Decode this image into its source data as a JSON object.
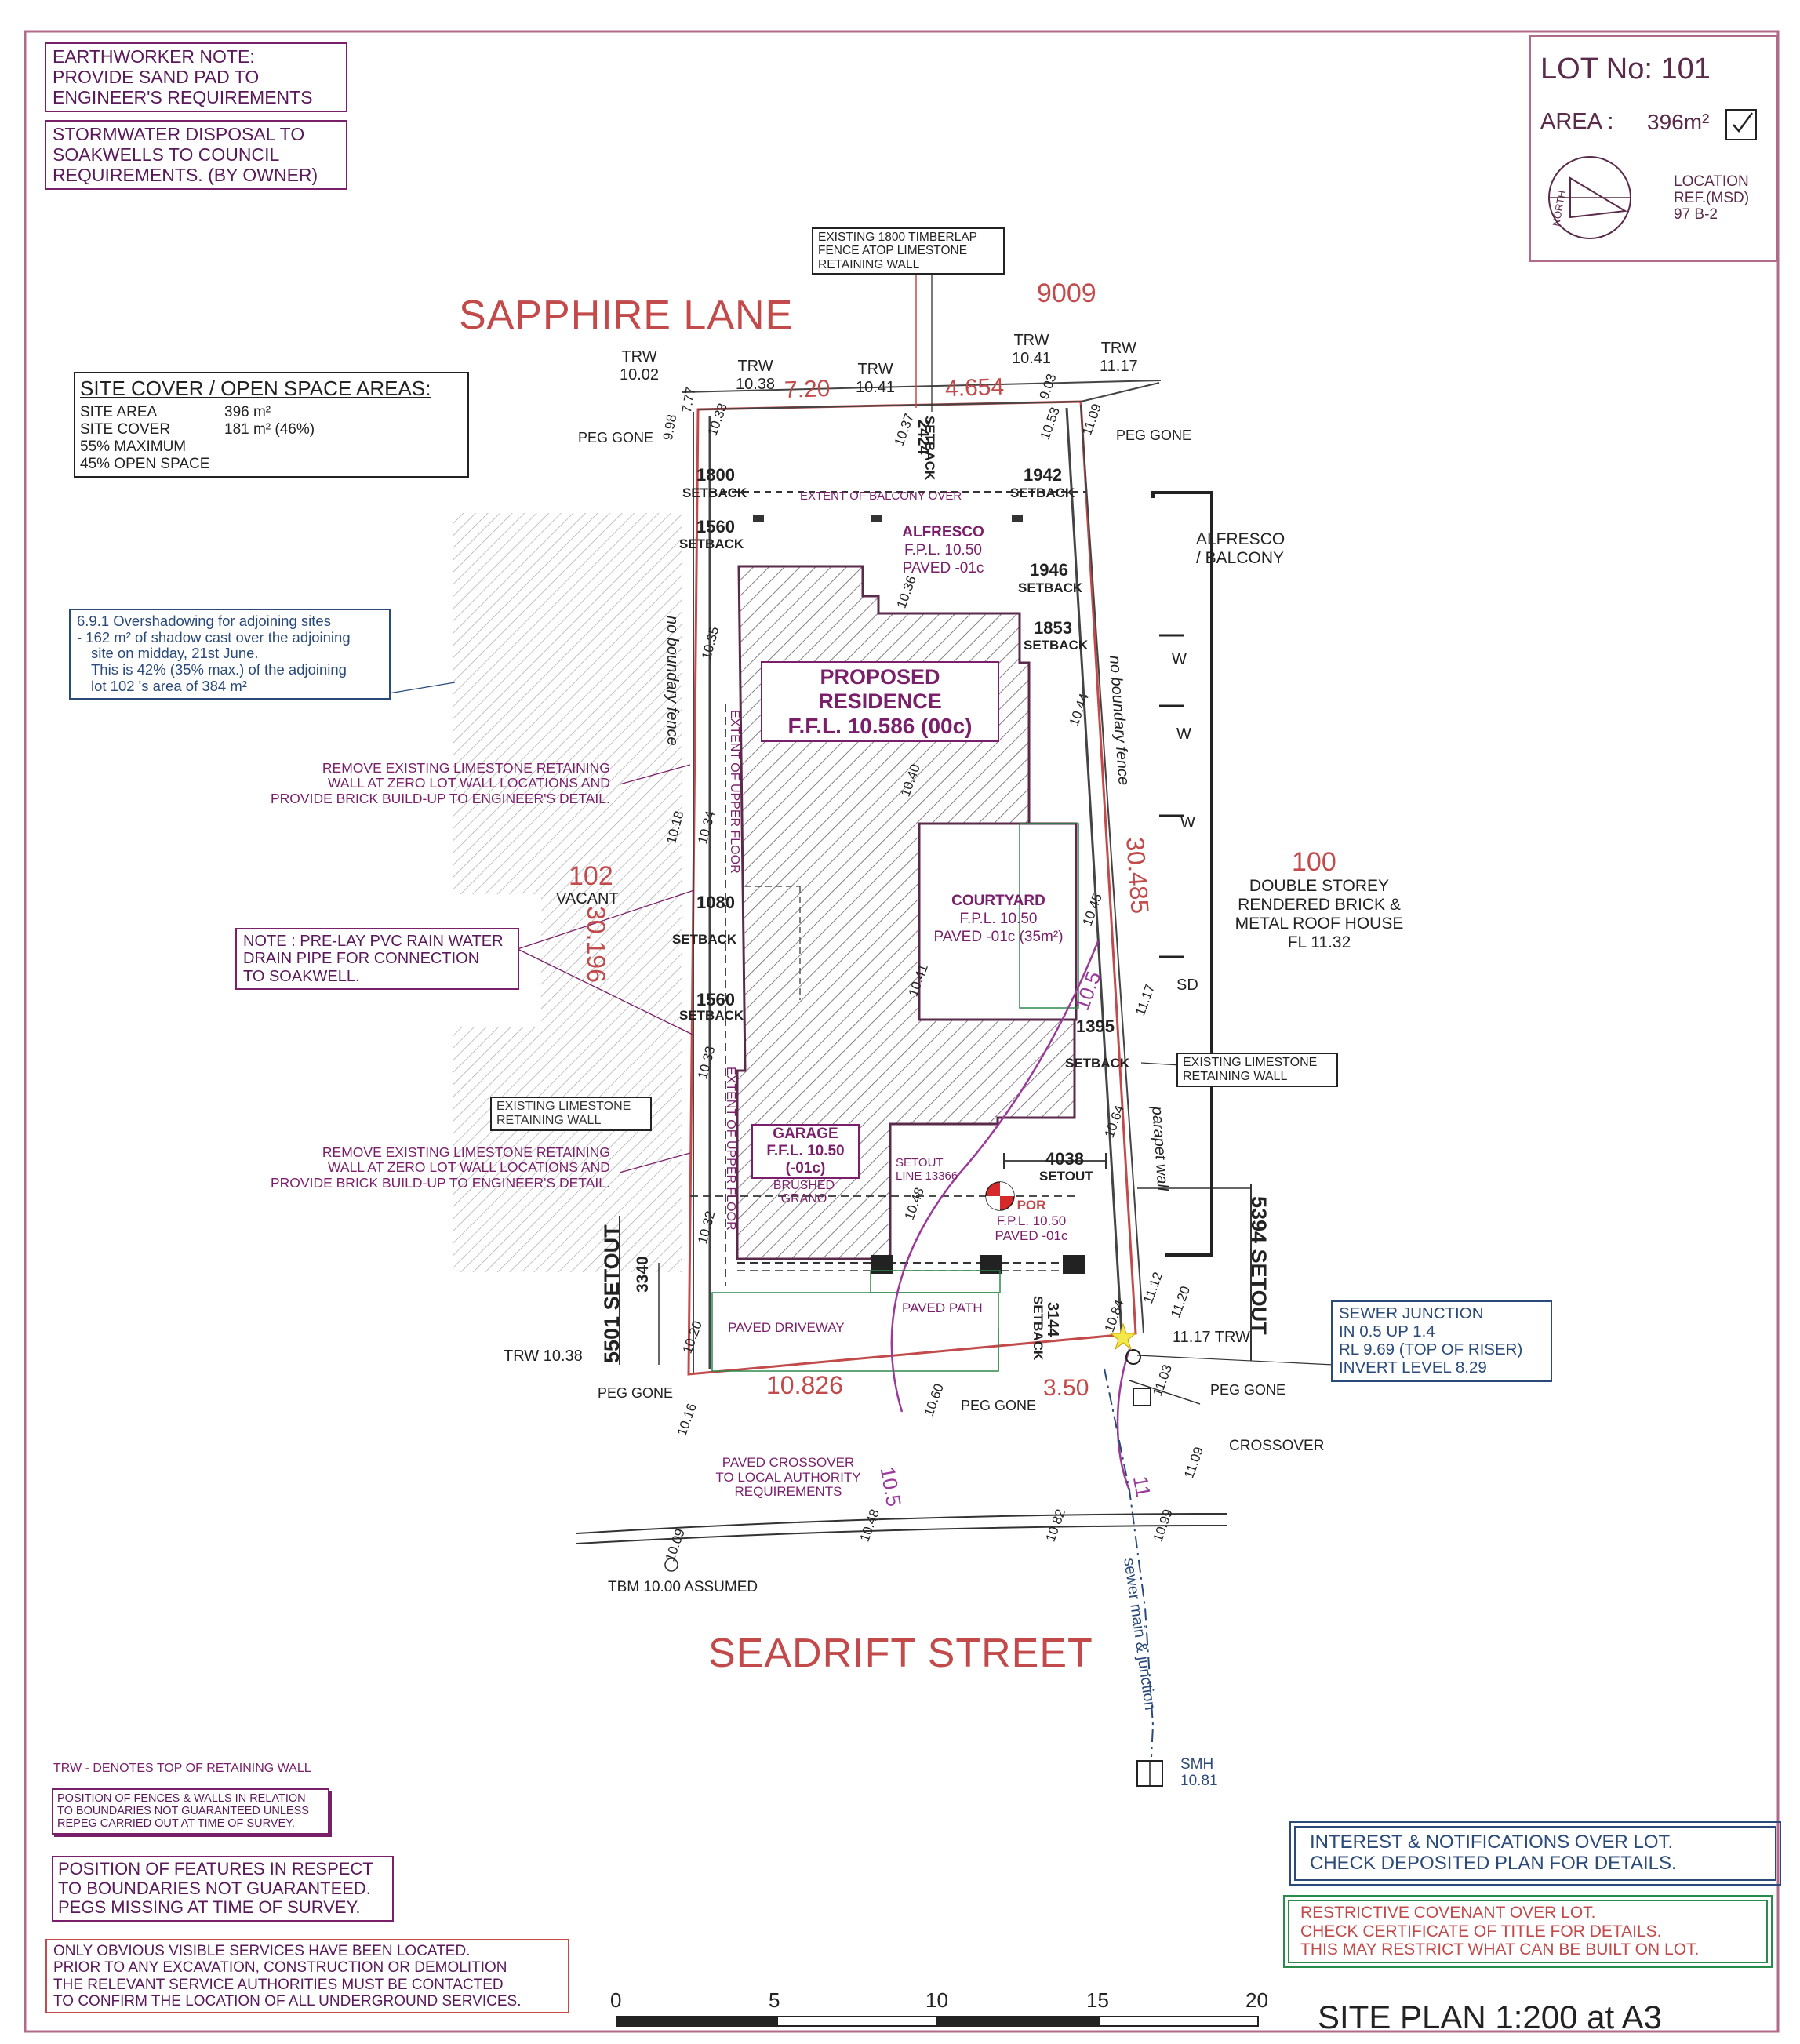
{
  "notes": {
    "earthworker": [
      "EARTHWORKER NOTE:",
      "PROVIDE SAND PAD TO",
      "ENGINEER'S REQUIREMENTS"
    ],
    "stormwater": [
      "STORMWATER DISPOSAL TO",
      "SOAKWELLS TO COUNCIL",
      "REQUIREMENTS. (BY OWNER)"
    ],
    "overshadowing": [
      "6.9.1 Overshadowing for adjoining sites",
      "- 162 m² of shadow cast over the adjoining",
      "site on midday, 21st June.",
      "This is 42% (35% max.) of the adjoining",
      "lot 102 's area of 384 m²"
    ],
    "rainwater": [
      "NOTE : PRE-LAY PVC RAIN WATER",
      "DRAIN PIPE FOR CONNECTION",
      "TO SOAKWELL."
    ],
    "remove_wall": [
      "REMOVE EXISTING LIMESTONE RETAINING",
      "WALL AT ZERO LOT WALL LOCATIONS AND",
      "PROVIDE BRICK BUILD-UP TO ENGINEER'S DETAIL."
    ],
    "timberlap": [
      "EXISTING 1800 TIMBERLAP",
      "FENCE ATOP LIMESTONE",
      "RETAINING WALL"
    ],
    "existing_limestone_wall": [
      "EXISTING LIMESTONE",
      "RETAINING WALL"
    ],
    "sewer": [
      "SEWER JUNCTION",
      "IN 0.5 UP 1.4",
      "RL 9.69 (TOP OF RISER)",
      "INVERT LEVEL 8.29"
    ],
    "trw_legend": "TRW - DENOTES TOP OF RETAINING WALL",
    "fences": [
      "POSITION OF FENCES & WALLS IN RELATION",
      "TO BOUNDARIES NOT GUARANTEED UNLESS",
      "REPEG CARRIED OUT AT TIME OF SURVEY."
    ],
    "features": [
      "POSITION OF FEATURES IN RESPECT",
      "TO BOUNDARIES NOT GUARANTEED.",
      "PEGS MISSING AT TIME OF SURVEY."
    ],
    "services": [
      "ONLY OBVIOUS VISIBLE SERVICES HAVE BEEN LOCATED.",
      "PRIOR TO ANY EXCAVATION, CONSTRUCTION OR DEMOLITION",
      "THE RELEVANT SERVICE AUTHORITIES MUST BE CONTACTED",
      "TO CONFIRM THE LOCATION OF ALL UNDERGROUND SERVICES."
    ],
    "interest": [
      "INTEREST & NOTIFICATIONS OVER LOT.",
      "CHECK DEPOSITED PLAN FOR DETAILS."
    ],
    "covenant": [
      "RESTRICTIVE COVENANT OVER LOT.",
      "CHECK CERTIFICATE OF TITLE FOR DETAILS.",
      "THIS MAY RESTRICT WHAT CAN BE BUILT ON LOT."
    ]
  },
  "title_block": {
    "lot": "LOT No: 101",
    "area_label": "AREA :",
    "area_value": "396m²",
    "north": "NORTH",
    "location_ref": [
      "LOCATION",
      "REF.(MSD)",
      "97 B-2"
    ]
  },
  "site_cover": {
    "heading": "SITE COVER / OPEN SPACE AREAS:",
    "rows": [
      {
        "label": "SITE AREA",
        "value": "396 m²"
      },
      {
        "label": "SITE COVER",
        "value": "181 m² (46%)"
      },
      {
        "label": "55% MAXIMUM",
        "value": ""
      },
      {
        "label": "45% OPEN SPACE",
        "value": ""
      }
    ]
  },
  "streets": {
    "north": "SAPPHIRE  LANE",
    "south": "SEADRIFT  STREET"
  },
  "lots": {
    "rear_lot": "9009",
    "west_lot": "102",
    "west_desc": "VACANT",
    "east_lot": "100",
    "east_desc": [
      "DOUBLE STOREY",
      "RENDERED BRICK &",
      "METAL ROOF HOUSE",
      "FL 11.32"
    ],
    "east_alfresco": [
      "ALFRESCO",
      "/ BALCONY"
    ]
  },
  "boundaries": {
    "north_a": "7.20",
    "north_b": "4.654",
    "west": "30.196",
    "east": "30.485",
    "south_a": "10.826",
    "south_b": "3.50"
  },
  "residence": {
    "title": [
      "PROPOSED",
      "RESIDENCE"
    ],
    "ffl": "F.F.L. 10.586 (00c)"
  },
  "alfresco": {
    "title": "ALFRESCO",
    "lines": [
      "F.P.L. 10.50",
      "PAVED -01c"
    ]
  },
  "courtyard": {
    "title": "COURTYARD",
    "lines": [
      "F.P.L. 10.50",
      "PAVED -01c (35m²)"
    ]
  },
  "garage": {
    "title": "GARAGE",
    "ffl": "F.F.L. 10.50",
    "level": "(-01c)",
    "sub": [
      "BRUSHED",
      "GRANO"
    ]
  },
  "por": {
    "title": "POR",
    "lines": [
      "F.P.L. 10.50",
      "PAVED -01c"
    ]
  },
  "labels": {
    "balcony_extent": "EXTENT OF BALCONY OVER",
    "upper_floor": "EXTENT OF UPPER FLOOR",
    "no_fence": "no boundary fence",
    "parapet": "parapet wall",
    "paved_driveway": "PAVED DRIVEWAY",
    "paved_path": "PAVED PATH",
    "crossover_note": [
      "PAVED CROSSOVER",
      "TO LOCAL AUTHORITY",
      "REQUIREMENTS"
    ],
    "crossover": "CROSSOVER",
    "peg_gone": "PEG GONE",
    "setout_line": [
      "SETOUT",
      "LINE 13366"
    ],
    "setback": "SETBACK",
    "setout": "SETOUT",
    "tbm": "TBM 10.00 ASSUMED",
    "sewer_main": "sewer main & junction",
    "smh": [
      "SMH",
      "10.81"
    ],
    "trw": "TRW",
    "window": "W",
    "sd": "SD"
  },
  "setbacks": {
    "s2424": "2424",
    "s1800": "1800",
    "s1942": "1942",
    "s1560a": "1560",
    "s1946": "1946",
    "s1853": "1853",
    "s1080": "1080",
    "s1560b": "1560",
    "s1395": "1395",
    "s4038": "4038",
    "s3144": "3144",
    "s3340": "3340",
    "s5501": "5501 SETOUT",
    "s5394": "5394 SETOUT"
  },
  "levels": {
    "trw1": "10.02",
    "trw2": "10.38",
    "trw3": "10.41",
    "trw4": "10.41",
    "trw5": "11.17",
    "trw_sw": "TRW 10.38",
    "trw_se": "11.17 TRW",
    "l998": "9.98",
    "l777": "7.77",
    "l1033": "10.33",
    "l1037": "10.37",
    "l1053": "10.53",
    "l1109": "11.09",
    "l903": "9.03",
    "l1036": "10.36",
    "l1035": "10.35",
    "l1040": "10.40",
    "l1044": "10.44",
    "l1045": "10.45",
    "l1018": "10.18",
    "l1034": "10.34",
    "l1041": "10.41",
    "l1117": "11.17",
    "l1033b": "10.33",
    "l1064": "10.64",
    "l1032": "10.32",
    "l1048": "10.48",
    "l1020": "10.20",
    "l1084": "10.84",
    "l1112": "11.12",
    "l1120": "11.20",
    "l1016": "10.16",
    "l1060": "10.60",
    "l1003": "11.03",
    "l1109b": "11.09",
    "l1009": "10.09",
    "l1048b": "10.48",
    "l1082": "10.82",
    "l1099": "10.99",
    "c105a": "10.5",
    "c105b": "10.5",
    "c11": "11"
  },
  "scale": {
    "ticks": [
      "0",
      "5",
      "10",
      "15",
      "20"
    ],
    "title": "SITE PLAN  1:200 at A3"
  }
}
